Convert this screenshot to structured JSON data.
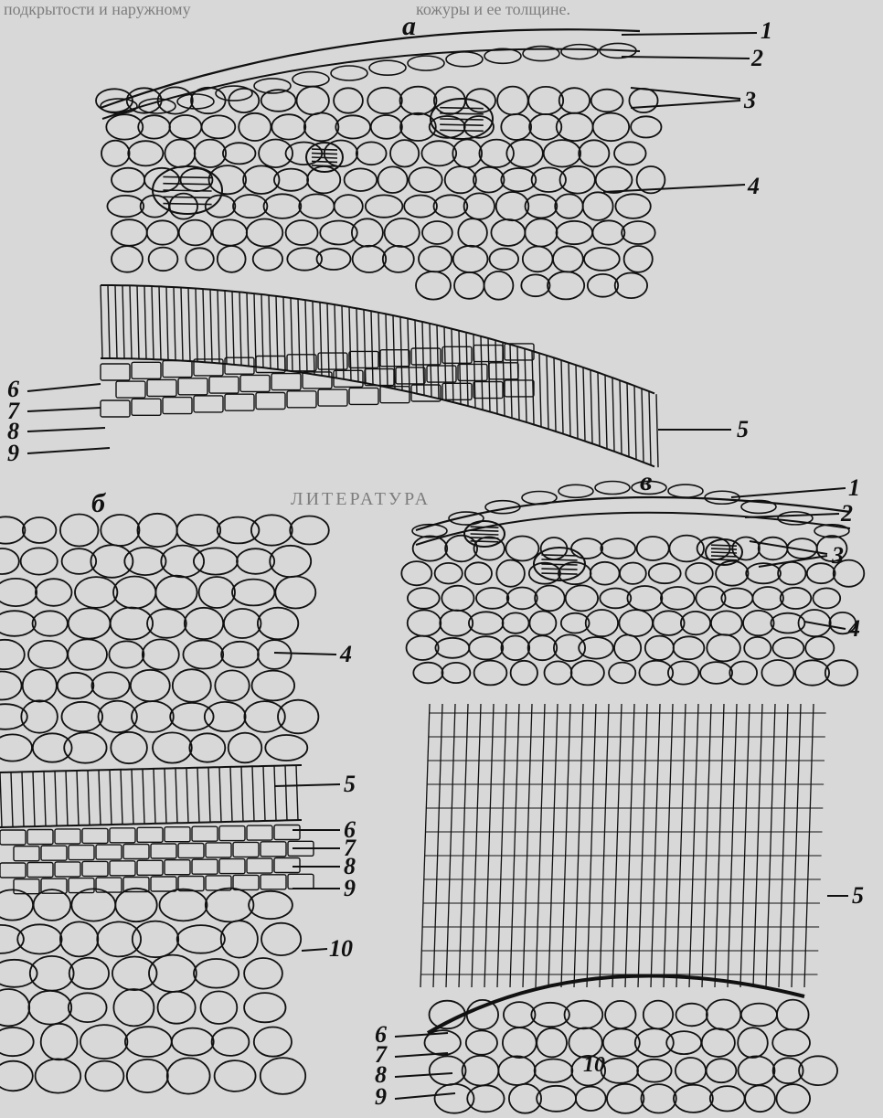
{
  "page_text": {
    "top_left": "подкрытости и наружному",
    "top_right": "кожуры и ее толщине.",
    "bib_heading": "ЛИТЕРАТУРА"
  },
  "panels": [
    {
      "id": "a",
      "label": "а",
      "numbers": [
        "1",
        "2",
        "3",
        "4",
        "5",
        "6",
        "7",
        "8",
        "9"
      ]
    },
    {
      "id": "b",
      "label": "б",
      "numbers": [
        "4",
        "5",
        "6",
        "7",
        "8",
        "9",
        "10"
      ]
    },
    {
      "id": "v",
      "label": "в",
      "numbers": [
        "1",
        "2",
        "3",
        "4",
        "5",
        "6",
        "7",
        "8",
        "9",
        "10"
      ]
    }
  ],
  "colors": {
    "background": "#d8d8d8",
    "ink": "#111111"
  }
}
